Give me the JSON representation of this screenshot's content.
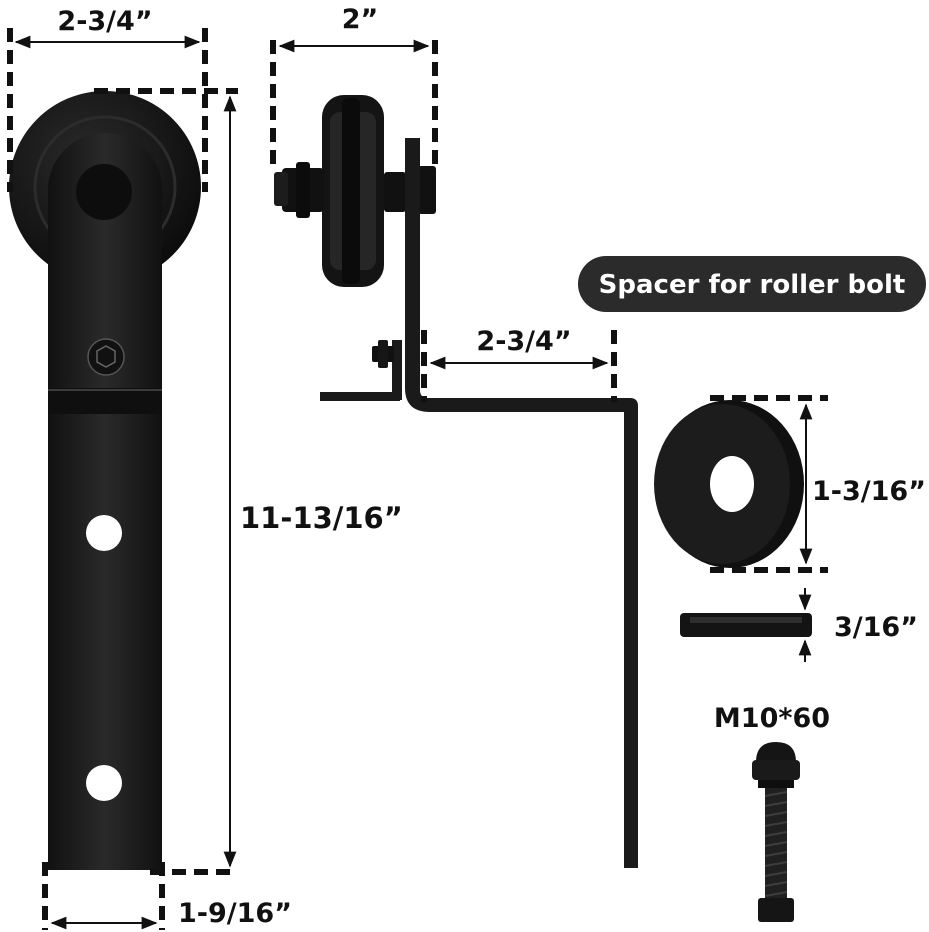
{
  "labels": {
    "hanger_width": "2-3/4”",
    "wheel_width": "2”",
    "offset_width": "2-3/4”",
    "hanger_height": "11-13/16”",
    "strap_width": "1-9/16”",
    "spacer_diameter": "1-3/16”",
    "spacer_thickness": "3/16”",
    "bolt_size": "M10*60"
  },
  "badge": {
    "text": "Spacer for roller bolt"
  },
  "colors": {
    "metal": "#1a1a1a",
    "metal_highlight": "#3a3a3a",
    "dim_line": "#111111",
    "badge_bg": "#2b2b2b",
    "badge_text": "#ffffff",
    "background": "#ffffff"
  }
}
